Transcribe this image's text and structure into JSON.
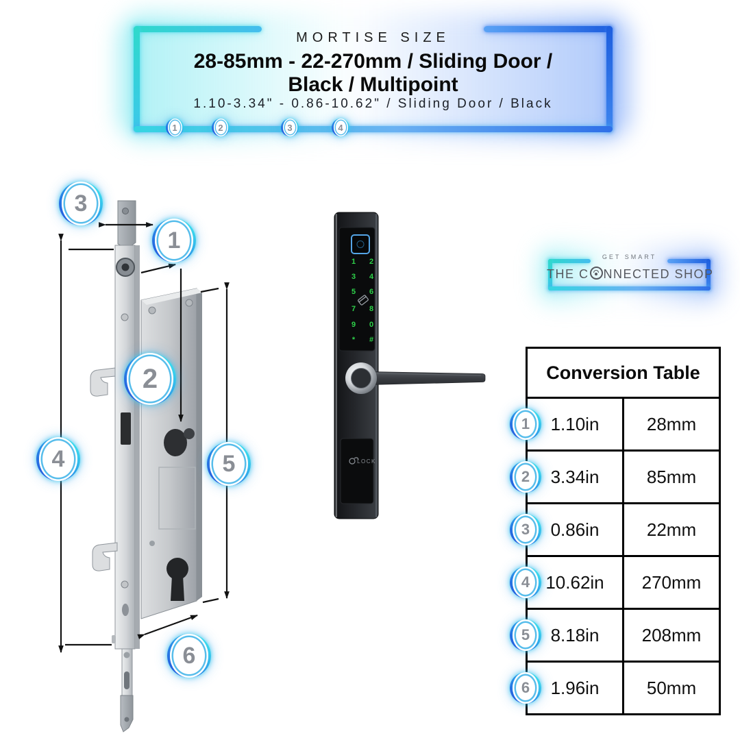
{
  "header": {
    "eyebrow": "MORTISE SIZE",
    "title_line1": "28-85mm - 22-270mm / Sliding Door /",
    "title_line2": "Black / Multipoint",
    "subtitle": "1.10-3.34\" - 0.86-10.62\" / Sliding Door / Black",
    "steps": [
      "1",
      "2",
      "3",
      "4"
    ]
  },
  "diagram": {
    "callouts": {
      "c1": "1",
      "c2": "2",
      "c3": "3",
      "c4": "4",
      "c5": "5",
      "c6": "6"
    }
  },
  "smartlock": {
    "keys": [
      "1",
      "2",
      "3",
      "4",
      "5",
      "6",
      "7",
      "8",
      "9",
      "0",
      "*",
      "#"
    ],
    "panel_label": "LOCK"
  },
  "logo": {
    "tagline": "GET SMART",
    "name_part1": "THE C",
    "name_part2": "NNECTED SHOP"
  },
  "conversion": {
    "title": "Conversion Table",
    "rows": [
      {
        "num": "1",
        "in": "1.10in",
        "mm": "28mm"
      },
      {
        "num": "2",
        "in": "3.34in",
        "mm": "85mm"
      },
      {
        "num": "3",
        "in": "0.86in",
        "mm": "22mm"
      },
      {
        "num": "4",
        "in": "10.62in",
        "mm": "270mm"
      },
      {
        "num": "5",
        "in": "8.18in",
        "mm": "208mm"
      },
      {
        "num": "6",
        "in": "1.96in",
        "mm": "50mm"
      }
    ]
  },
  "colors": {
    "accent_cyan": "#2FD9E4",
    "accent_blue": "#1E66E8",
    "keypad_green": "#2ED24A",
    "badge_number_gray": "#8A8E95"
  }
}
